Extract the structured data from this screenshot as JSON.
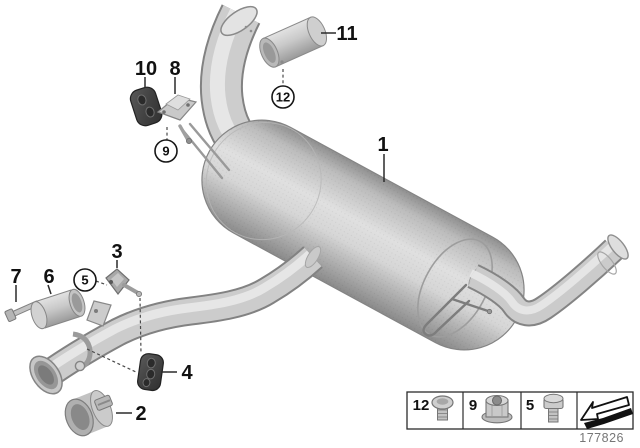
{
  "figure": {
    "drawing_number": "177826"
  },
  "callouts": {
    "1": "1",
    "2": "2",
    "3": "3",
    "4": "4",
    "5": "5",
    "6": "6",
    "7": "7",
    "8": "8",
    "9": "9",
    "10": "10",
    "11": "11",
    "12": "12"
  },
  "legend": {
    "items": [
      {
        "label": "12",
        "icon": "button-head-screw-icon"
      },
      {
        "label": "9",
        "icon": "flange-nut-icon"
      },
      {
        "label": "5",
        "icon": "hex-bolt-icon"
      },
      {
        "label": "",
        "icon": "direction-of-travel-arrow-icon"
      }
    ]
  },
  "colors": {
    "background": "#ffffff",
    "line": "#1c1c1c",
    "metal_light": "#dedede",
    "metal_mid": "#c2c2c2",
    "metal_dark": "#8a8a8a",
    "rubber": "#454545",
    "muted_text": "#767676"
  }
}
